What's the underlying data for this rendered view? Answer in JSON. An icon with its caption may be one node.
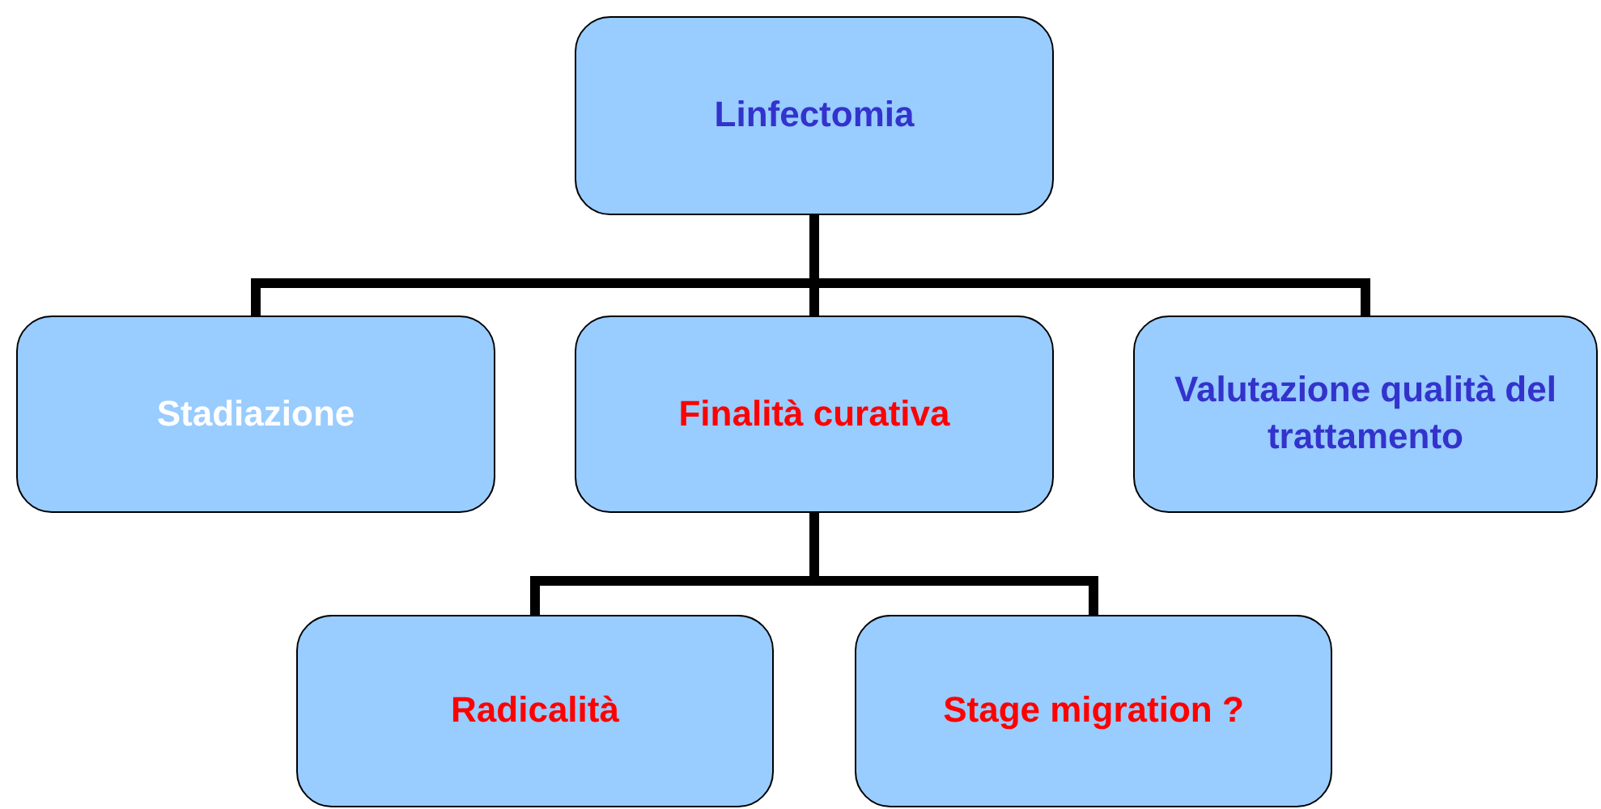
{
  "diagram": {
    "nodes": [
      {
        "text": [
          "Linfectomia"
        ]
      },
      {
        "text": [
          "Stadiazione"
        ]
      },
      {
        "text": [
          "Finalità curativa"
        ]
      },
      {
        "text": [
          "Valutazione qualità del trattamento"
        ]
      },
      {
        "text": [
          "Radicalità"
        ]
      },
      {
        "text": [
          "Stage migration ?"
        ]
      }
    ],
    "edges": [
      {
        "from": 0,
        "to": 1,
        "arrow": "none"
      },
      {
        "from": 0,
        "to": 2,
        "arrow": "none"
      },
      {
        "from": 0,
        "to": 3,
        "arrow": "none"
      },
      {
        "from": 2,
        "to": 4,
        "arrow": "none"
      },
      {
        "from": 2,
        "to": 5,
        "arrow": "none"
      }
    ]
  }
}
